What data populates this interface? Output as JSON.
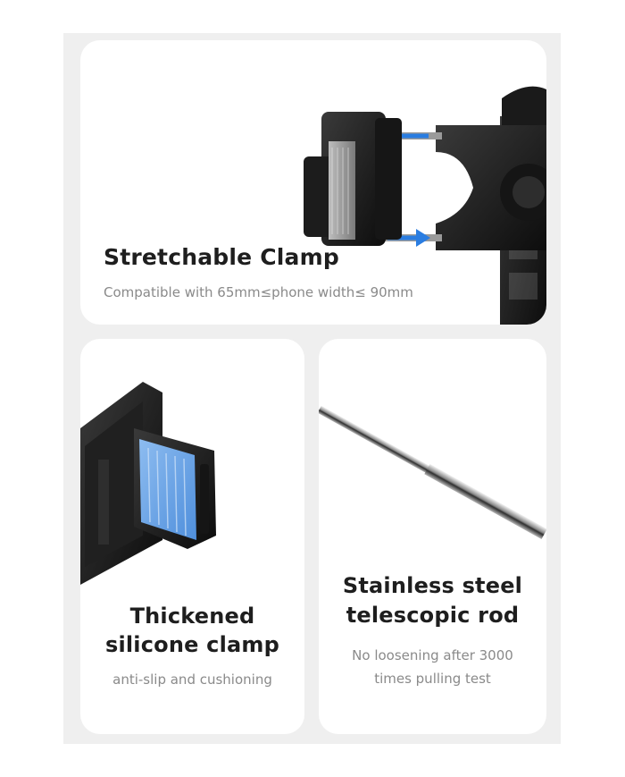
{
  "top_card": {
    "title": "Stretchable Clamp",
    "subtitle": "Compatible with 65mm≤phone width≤ 90mm",
    "image": "phone-clamp-stretch-illustration"
  },
  "left_card": {
    "title_line1": "Thickened",
    "title_line2": "silicone clamp",
    "subtitle": "anti-slip and cushioning",
    "image": "silicone-clamp-pad-illustration"
  },
  "right_card": {
    "title_line1": "Stainless steel",
    "title_line2": "telescopic rod",
    "subtitle_line1": "No loosening after 3000",
    "subtitle_line2": "times pulling test",
    "image": "telescopic-rod-illustration"
  },
  "colors": {
    "background": "#efefef",
    "card": "#ffffff",
    "title": "#1e1e1e",
    "subtitle": "#8a8a8a",
    "arrow": "#2a7de1",
    "silicone": "#6fa8e8"
  }
}
